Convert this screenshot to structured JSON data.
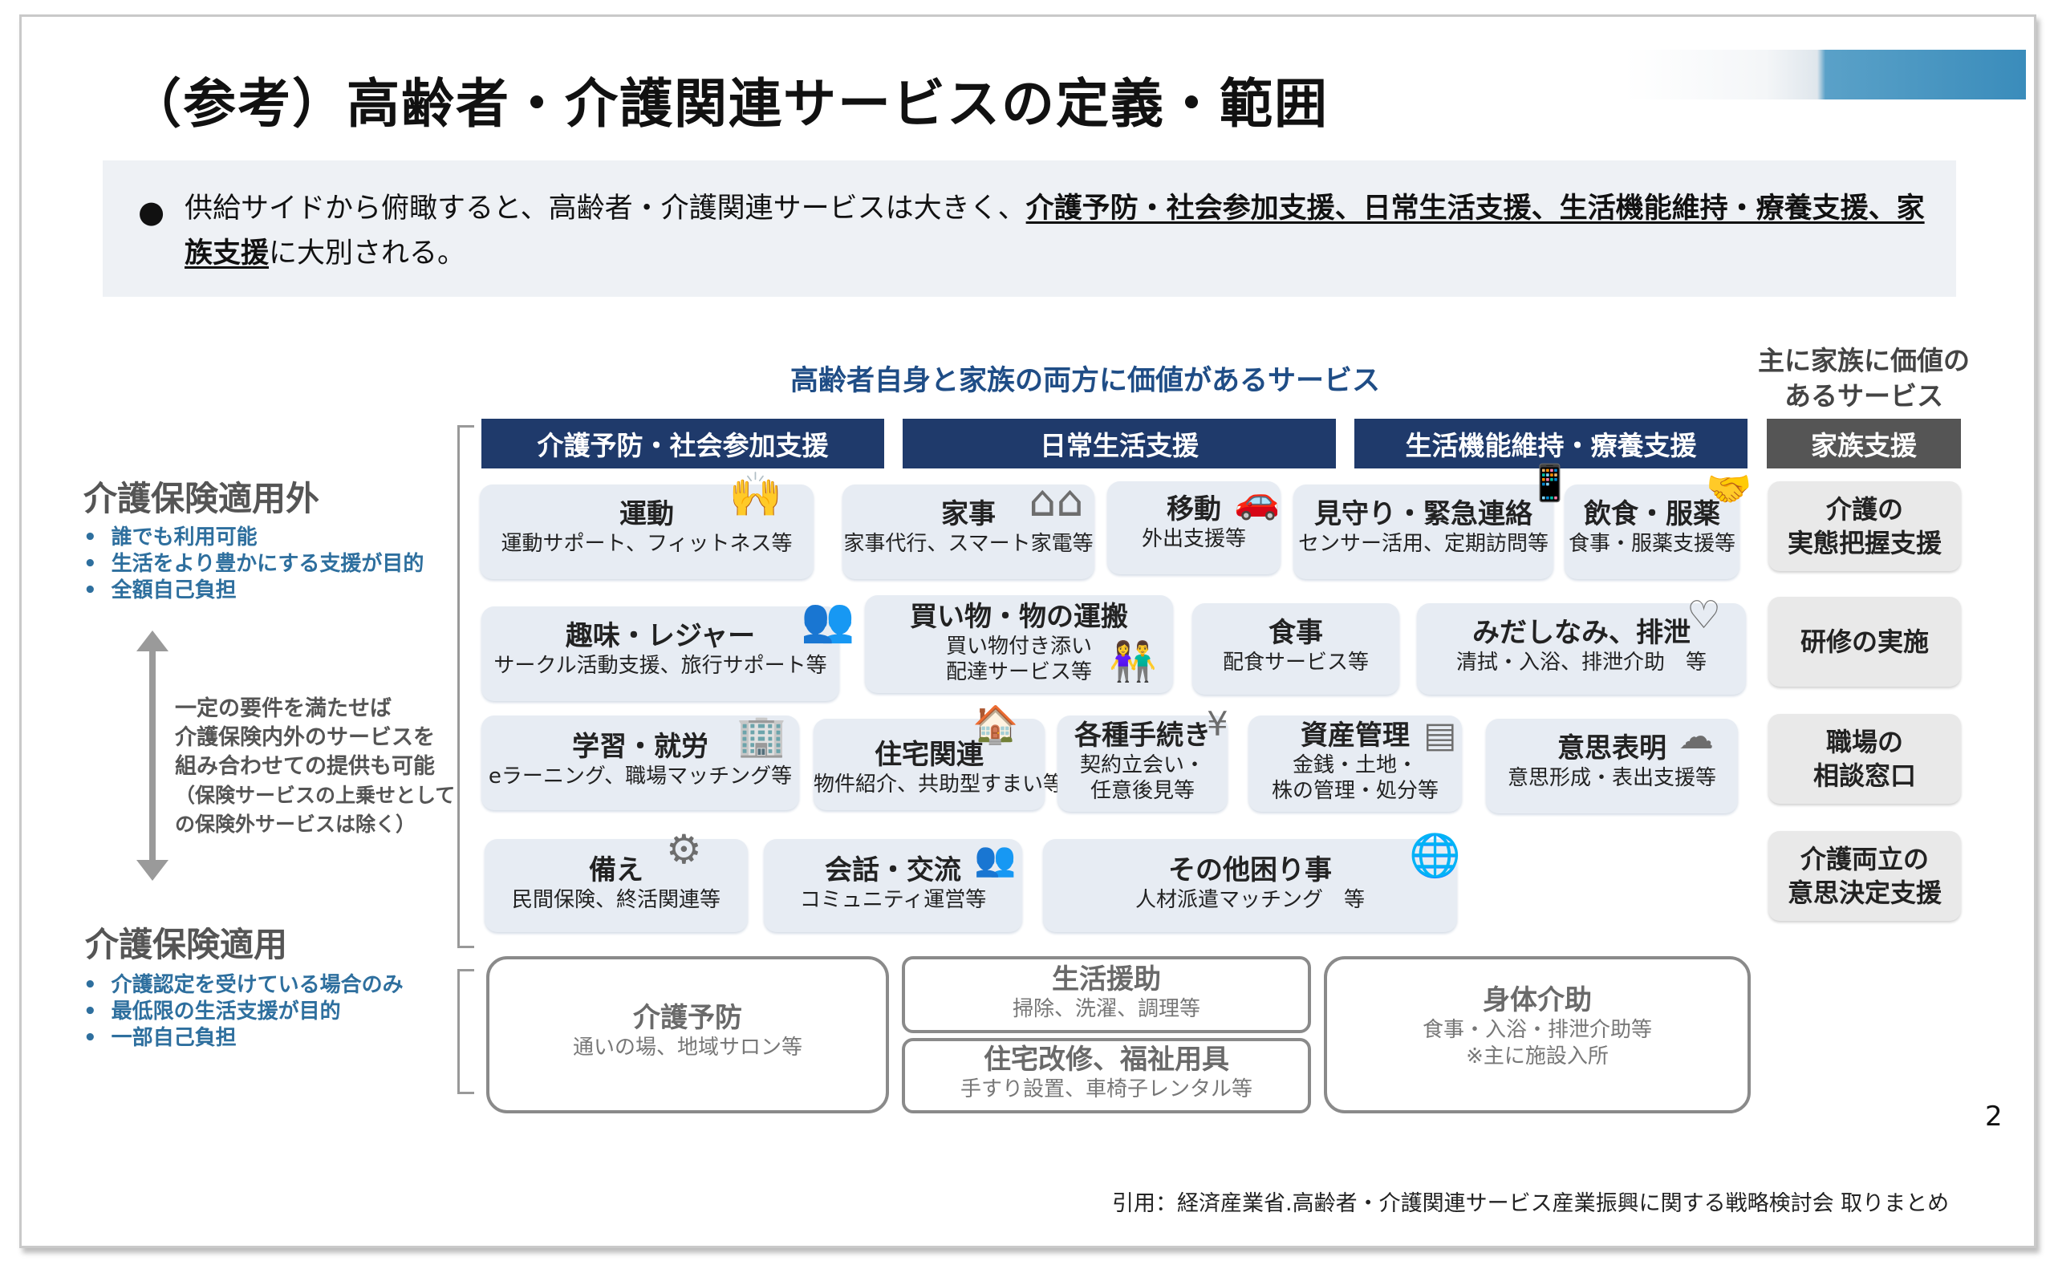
{
  "title": "（参考）高齢者・介護関連サービスの定義・範囲",
  "summary": {
    "prefix": "供給サイドから俯瞰すると、高齢者・介護関連サービスは大きく、",
    "emph": "介護予防・社会参加支援、日常生活支援、生活機能維持・療養支援、家族支援",
    "suffix": "に大別される。"
  },
  "headers": {
    "both": "高齢者自身と家族の両方に価値があるサービス",
    "family_l1": "主に家族に価値の",
    "family_l2": "あるサービス"
  },
  "categories": [
    "介護予防・社会参加支援",
    "日常生活支援",
    "生活機能維持・療養支援",
    "家族支援"
  ],
  "left": {
    "outside": "介護保険適用外",
    "outside_points": [
      "誰でも利用可能",
      "生活をより豊かにする支援が目的",
      "全額自己負担"
    ],
    "note": [
      "一定の要件を満たせば",
      "介護保険内外のサービスを",
      "組み合わせての提供も可能",
      "（保険サービスの上乗せとして",
      "の保険外サービスは除く）"
    ],
    "inside": "介護保険適用",
    "inside_points": [
      "介護認定を受けている場合のみ",
      "最低限の生活支援が目的",
      "一部自己負担"
    ]
  },
  "cards": {
    "undo": {
      "t": "運動",
      "s": "運動サポート、フィットネス等"
    },
    "kaji": {
      "t": "家事",
      "s": "家事代行、スマート家電等"
    },
    "ido": {
      "t": "移動",
      "s": "外出支援等"
    },
    "mimamori": {
      "t": "見守り・緊急連絡",
      "s": "センサー活用、定期訪問等"
    },
    "inshoku": {
      "t": "飲食・服薬",
      "s": "食事・服薬支援等"
    },
    "shumi": {
      "t": "趣味・レジャー",
      "s": "サークル活動支援、旅行サポート等"
    },
    "kaimono": {
      "t": "買い物・物の運搬",
      "s1": "買い物付き添い",
      "s2": "配達サービス等"
    },
    "shokuji": {
      "t": "食事",
      "s": "配食サービス等"
    },
    "midashi": {
      "t": "みだしなみ、排泄",
      "s": "清拭・入浴、排泄介助　等"
    },
    "gakushu": {
      "t": "学習・就労",
      "s": "eラーニング、職場マッチング等"
    },
    "jutaku": {
      "t": "住宅関連",
      "s": "物件紹介、共助型すまい等"
    },
    "tetsuzuki": {
      "t": "各種手続き",
      "s1": "契約立会い・",
      "s2": "任意後見等"
    },
    "shisan": {
      "t": "資産管理",
      "s1": "金銭・土地・",
      "s2": "株の管理・処分等"
    },
    "ishi": {
      "t": "意思表明",
      "s": "意思形成・表出支援等"
    },
    "sonae": {
      "t": "備え",
      "s": "民間保険、終活関連等"
    },
    "kaiwa": {
      "t": "会話・交流",
      "s": "コミュニティ運営等"
    },
    "sonota": {
      "t": "その他困り事",
      "s": "人材派遣マッチング　等"
    }
  },
  "family_cards": [
    {
      "l1": "介護の",
      "l2": "実態把握支援"
    },
    {
      "l1": "研修の実施",
      "l2": ""
    },
    {
      "l1": "職場の",
      "l2": "相談窓口"
    },
    {
      "l1": "介護両立の",
      "l2": "意思決定支援"
    }
  ],
  "insured": {
    "yobo": {
      "t": "介護予防",
      "s": "通いの場、地域サロン等"
    },
    "seikatsu": {
      "t": "生活援助",
      "s": "掃除、洗濯、調理等"
    },
    "kaishu": {
      "t": "住宅改修、福祉用具",
      "s": "手すり設置、車椅子レンタル等"
    },
    "shintai": {
      "t": "身体介助",
      "s1": "食事・入浴・排泄介助等",
      "s2": "※主に施設入所"
    }
  },
  "page_number": "2",
  "citation": "引用：経済産業省.高齢者・介護関連サービス産業振興に関する戦略検討会 取りまとめ"
}
